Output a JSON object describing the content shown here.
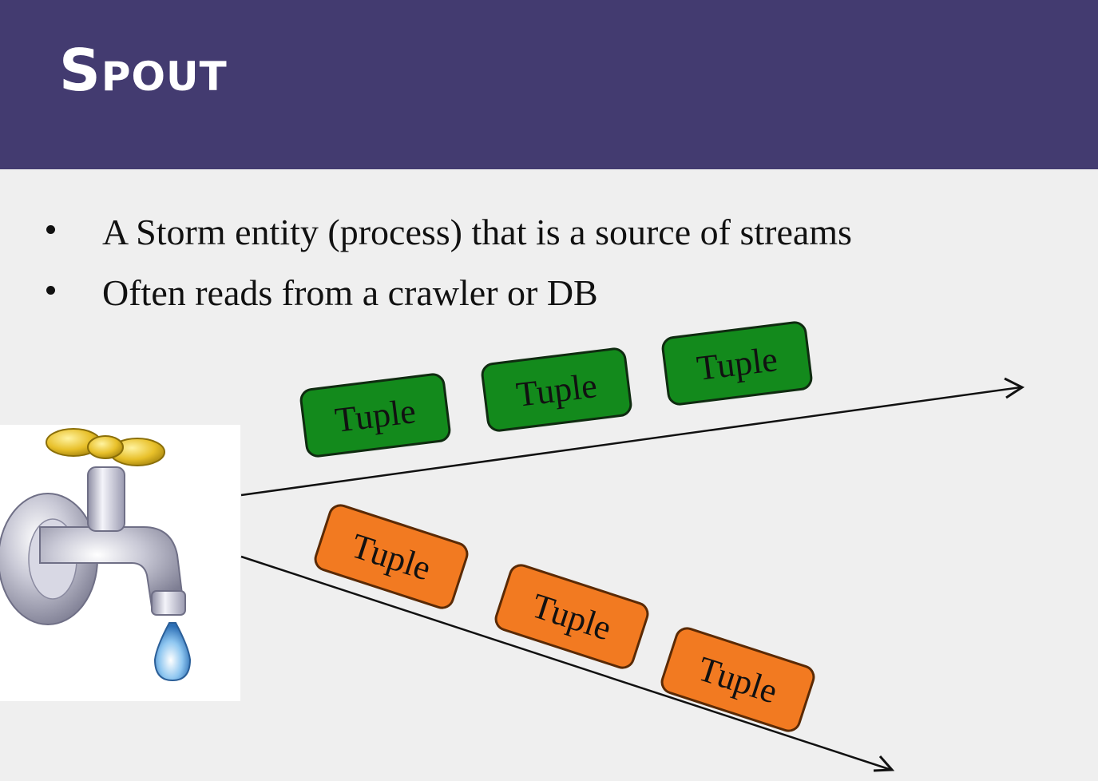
{
  "slide": {
    "title": "Spout",
    "bullets": [
      "A Storm entity (process) that is a source of streams",
      "Often reads from a crawler or DB"
    ]
  },
  "diagram": {
    "upper_stream": {
      "color": "#138a1c",
      "tuples": [
        "Tuple",
        "Tuple",
        "Tuple"
      ]
    },
    "lower_stream": {
      "color": "#f27a21",
      "tuples": [
        "Tuple",
        "Tuple",
        "Tuple"
      ]
    },
    "source_icon": "faucet-icon"
  },
  "colors": {
    "header": "#433b70",
    "background": "#efefef"
  }
}
